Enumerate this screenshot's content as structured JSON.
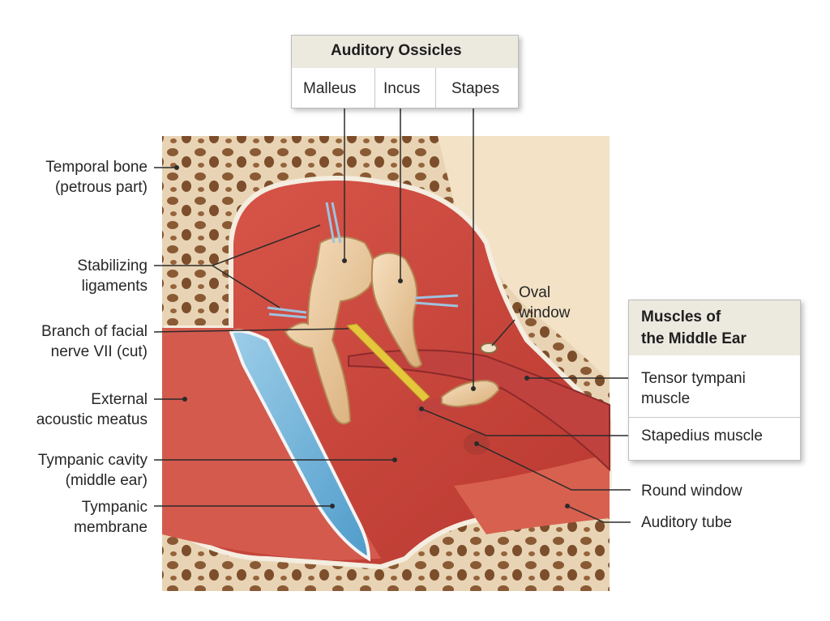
{
  "ossicles_box": {
    "title": "Auditory Ossicles",
    "malleus": "Malleus",
    "incus": "Incus",
    "stapes": "Stapes"
  },
  "muscles_box": {
    "title_line1": "Muscles of",
    "title_line2": "the Middle Ear",
    "tensor_line1": "Tensor tympani",
    "tensor_line2": "muscle",
    "stapedius": "Stapedius muscle"
  },
  "labels": {
    "temporal_bone_1": "Temporal bone",
    "temporal_bone_2": "(petrous part)",
    "stabilizing_1": "Stabilizing",
    "stabilizing_2": "ligaments",
    "facial_nerve_1": "Branch of facial",
    "facial_nerve_2": "nerve VII (cut)",
    "external_1": "External",
    "external_2": "acoustic meatus",
    "tympanic_cavity_1": "Tympanic cavity",
    "tympanic_cavity_2": "(middle ear)",
    "tympanic_membrane_1": "Tympanic",
    "tympanic_membrane_2": "membrane",
    "oval_window_1": "Oval",
    "oval_window_2": "window",
    "round_window": "Round window",
    "auditory_tube": "Auditory tube"
  },
  "colors": {
    "bone": "#e8d4b4",
    "bone_pore": "#8a5a34",
    "cavity": "#c9463b",
    "membrane": "#6fb3d8",
    "ossicle": "#ecc99a",
    "muscle": "#b83a3a",
    "nerve": "#e6c63a"
  }
}
